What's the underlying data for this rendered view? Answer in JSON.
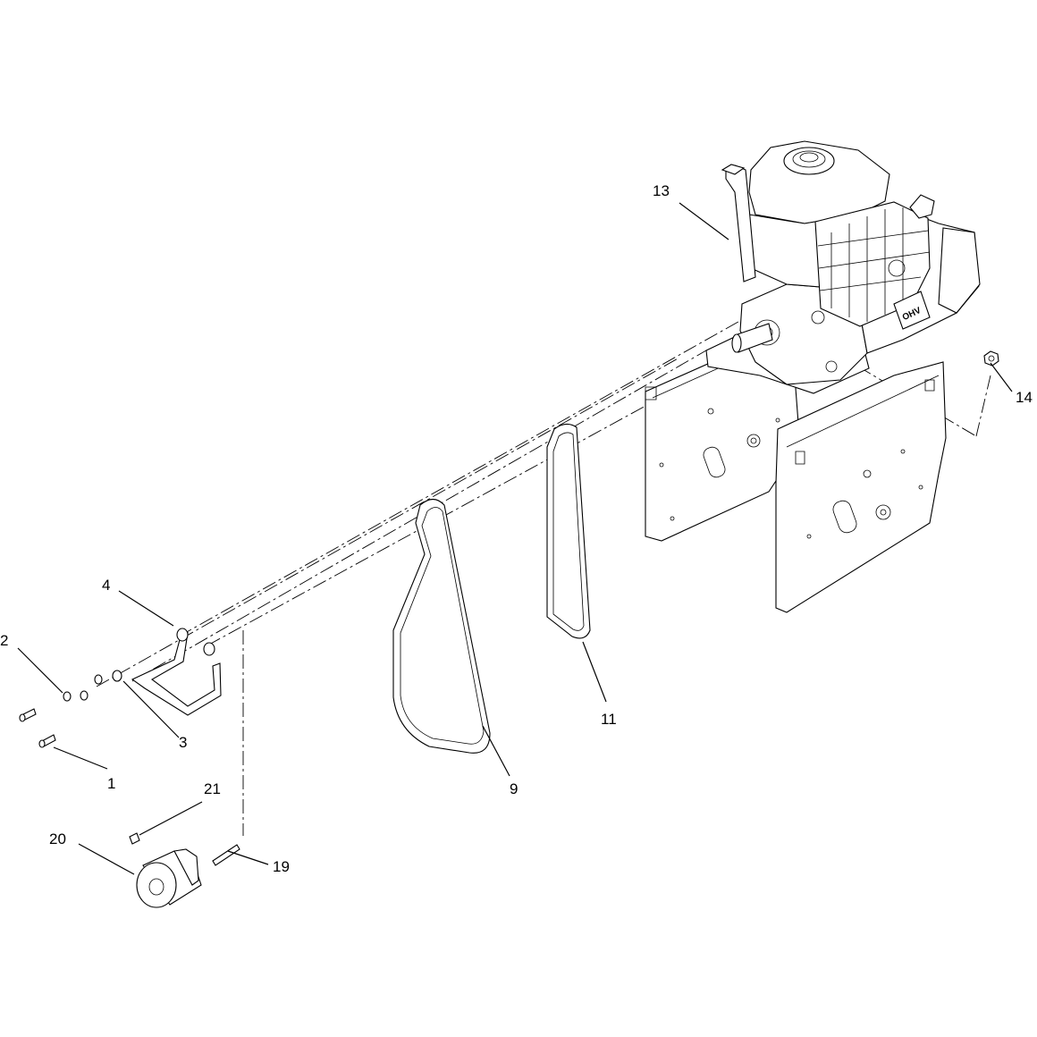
{
  "diagram": {
    "callouts": [
      {
        "id": "c1",
        "label": "1"
      },
      {
        "id": "c2",
        "label": "2"
      },
      {
        "id": "c3",
        "label": "3"
      },
      {
        "id": "c4",
        "label": "4"
      },
      {
        "id": "c9",
        "label": "9"
      },
      {
        "id": "c11",
        "label": "11"
      },
      {
        "id": "c13",
        "label": "13"
      },
      {
        "id": "c14",
        "label": "14"
      },
      {
        "id": "c19",
        "label": "19"
      },
      {
        "id": "c20",
        "label": "20"
      },
      {
        "id": "c21",
        "label": "21"
      }
    ],
    "engine_logo": "OHV",
    "colors": {
      "line": "#000000",
      "background": "#ffffff"
    }
  }
}
